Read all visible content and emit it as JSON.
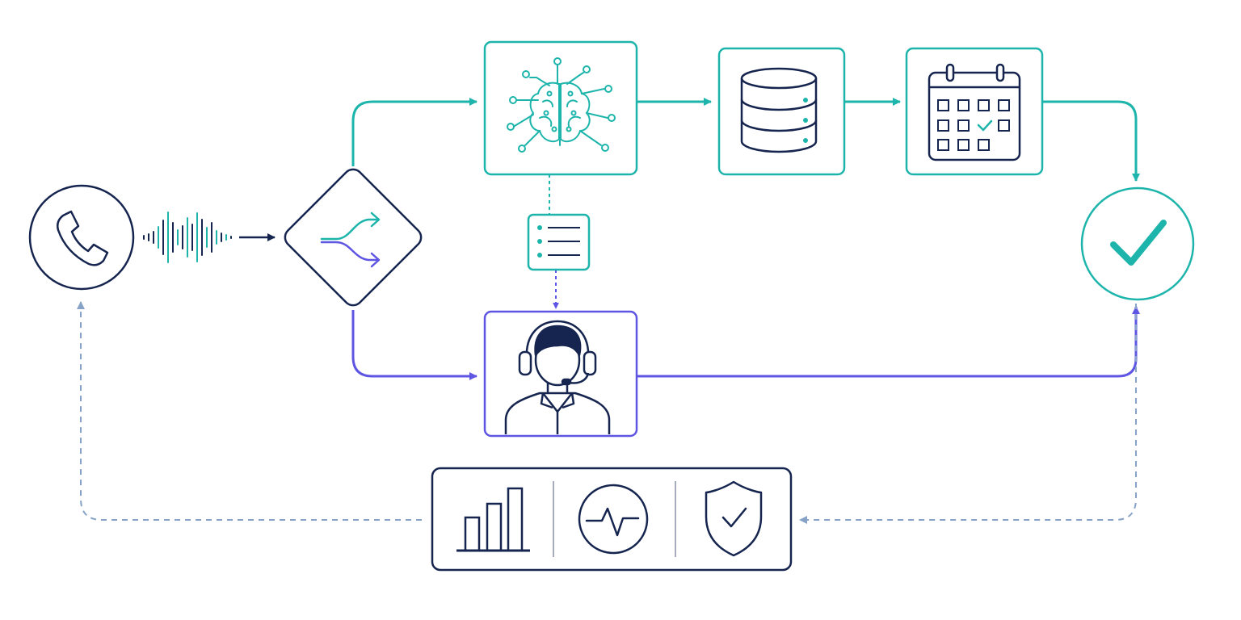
{
  "diagram": {
    "nodes": [
      {
        "id": "phone-call",
        "icon": "phone-icon"
      },
      {
        "id": "audio-stream",
        "icon": "sound-wave-icon"
      },
      {
        "id": "router",
        "icon": "split-route-icon"
      },
      {
        "id": "ai-engine",
        "icon": "brain-circuit-icon"
      },
      {
        "id": "transcript",
        "icon": "list-icon"
      },
      {
        "id": "database",
        "icon": "database-icon"
      },
      {
        "id": "calendar",
        "icon": "calendar-check-icon"
      },
      {
        "id": "resolution",
        "icon": "checkmark-icon"
      },
      {
        "id": "human-agent",
        "icon": "headset-agent-icon"
      },
      {
        "id": "analytics-panel",
        "icons": [
          "bar-chart-icon",
          "pulse-monitor-icon",
          "shield-check-icon"
        ]
      }
    ],
    "edges": [
      {
        "from": "phone-call",
        "to": "router",
        "style": "solid"
      },
      {
        "from": "router",
        "to": "ai-engine",
        "style": "solid"
      },
      {
        "from": "router",
        "to": "human-agent",
        "style": "solid"
      },
      {
        "from": "ai-engine",
        "to": "transcript",
        "style": "dashed"
      },
      {
        "from": "transcript",
        "to": "human-agent",
        "style": "dashed"
      },
      {
        "from": "ai-engine",
        "to": "database",
        "style": "solid"
      },
      {
        "from": "database",
        "to": "calendar",
        "style": "solid"
      },
      {
        "from": "calendar",
        "to": "resolution",
        "style": "solid"
      },
      {
        "from": "human-agent",
        "to": "resolution",
        "style": "solid"
      },
      {
        "from": "resolution",
        "to": "analytics-panel",
        "style": "dashed"
      },
      {
        "from": "analytics-panel",
        "to": "phone-call",
        "style": "dashed"
      }
    ]
  },
  "colors": {
    "navy": "#16254f",
    "teal": "#1db5ab",
    "purple": "#5f55e3",
    "feedback": "#86a3c7",
    "background": "#ffffff"
  }
}
